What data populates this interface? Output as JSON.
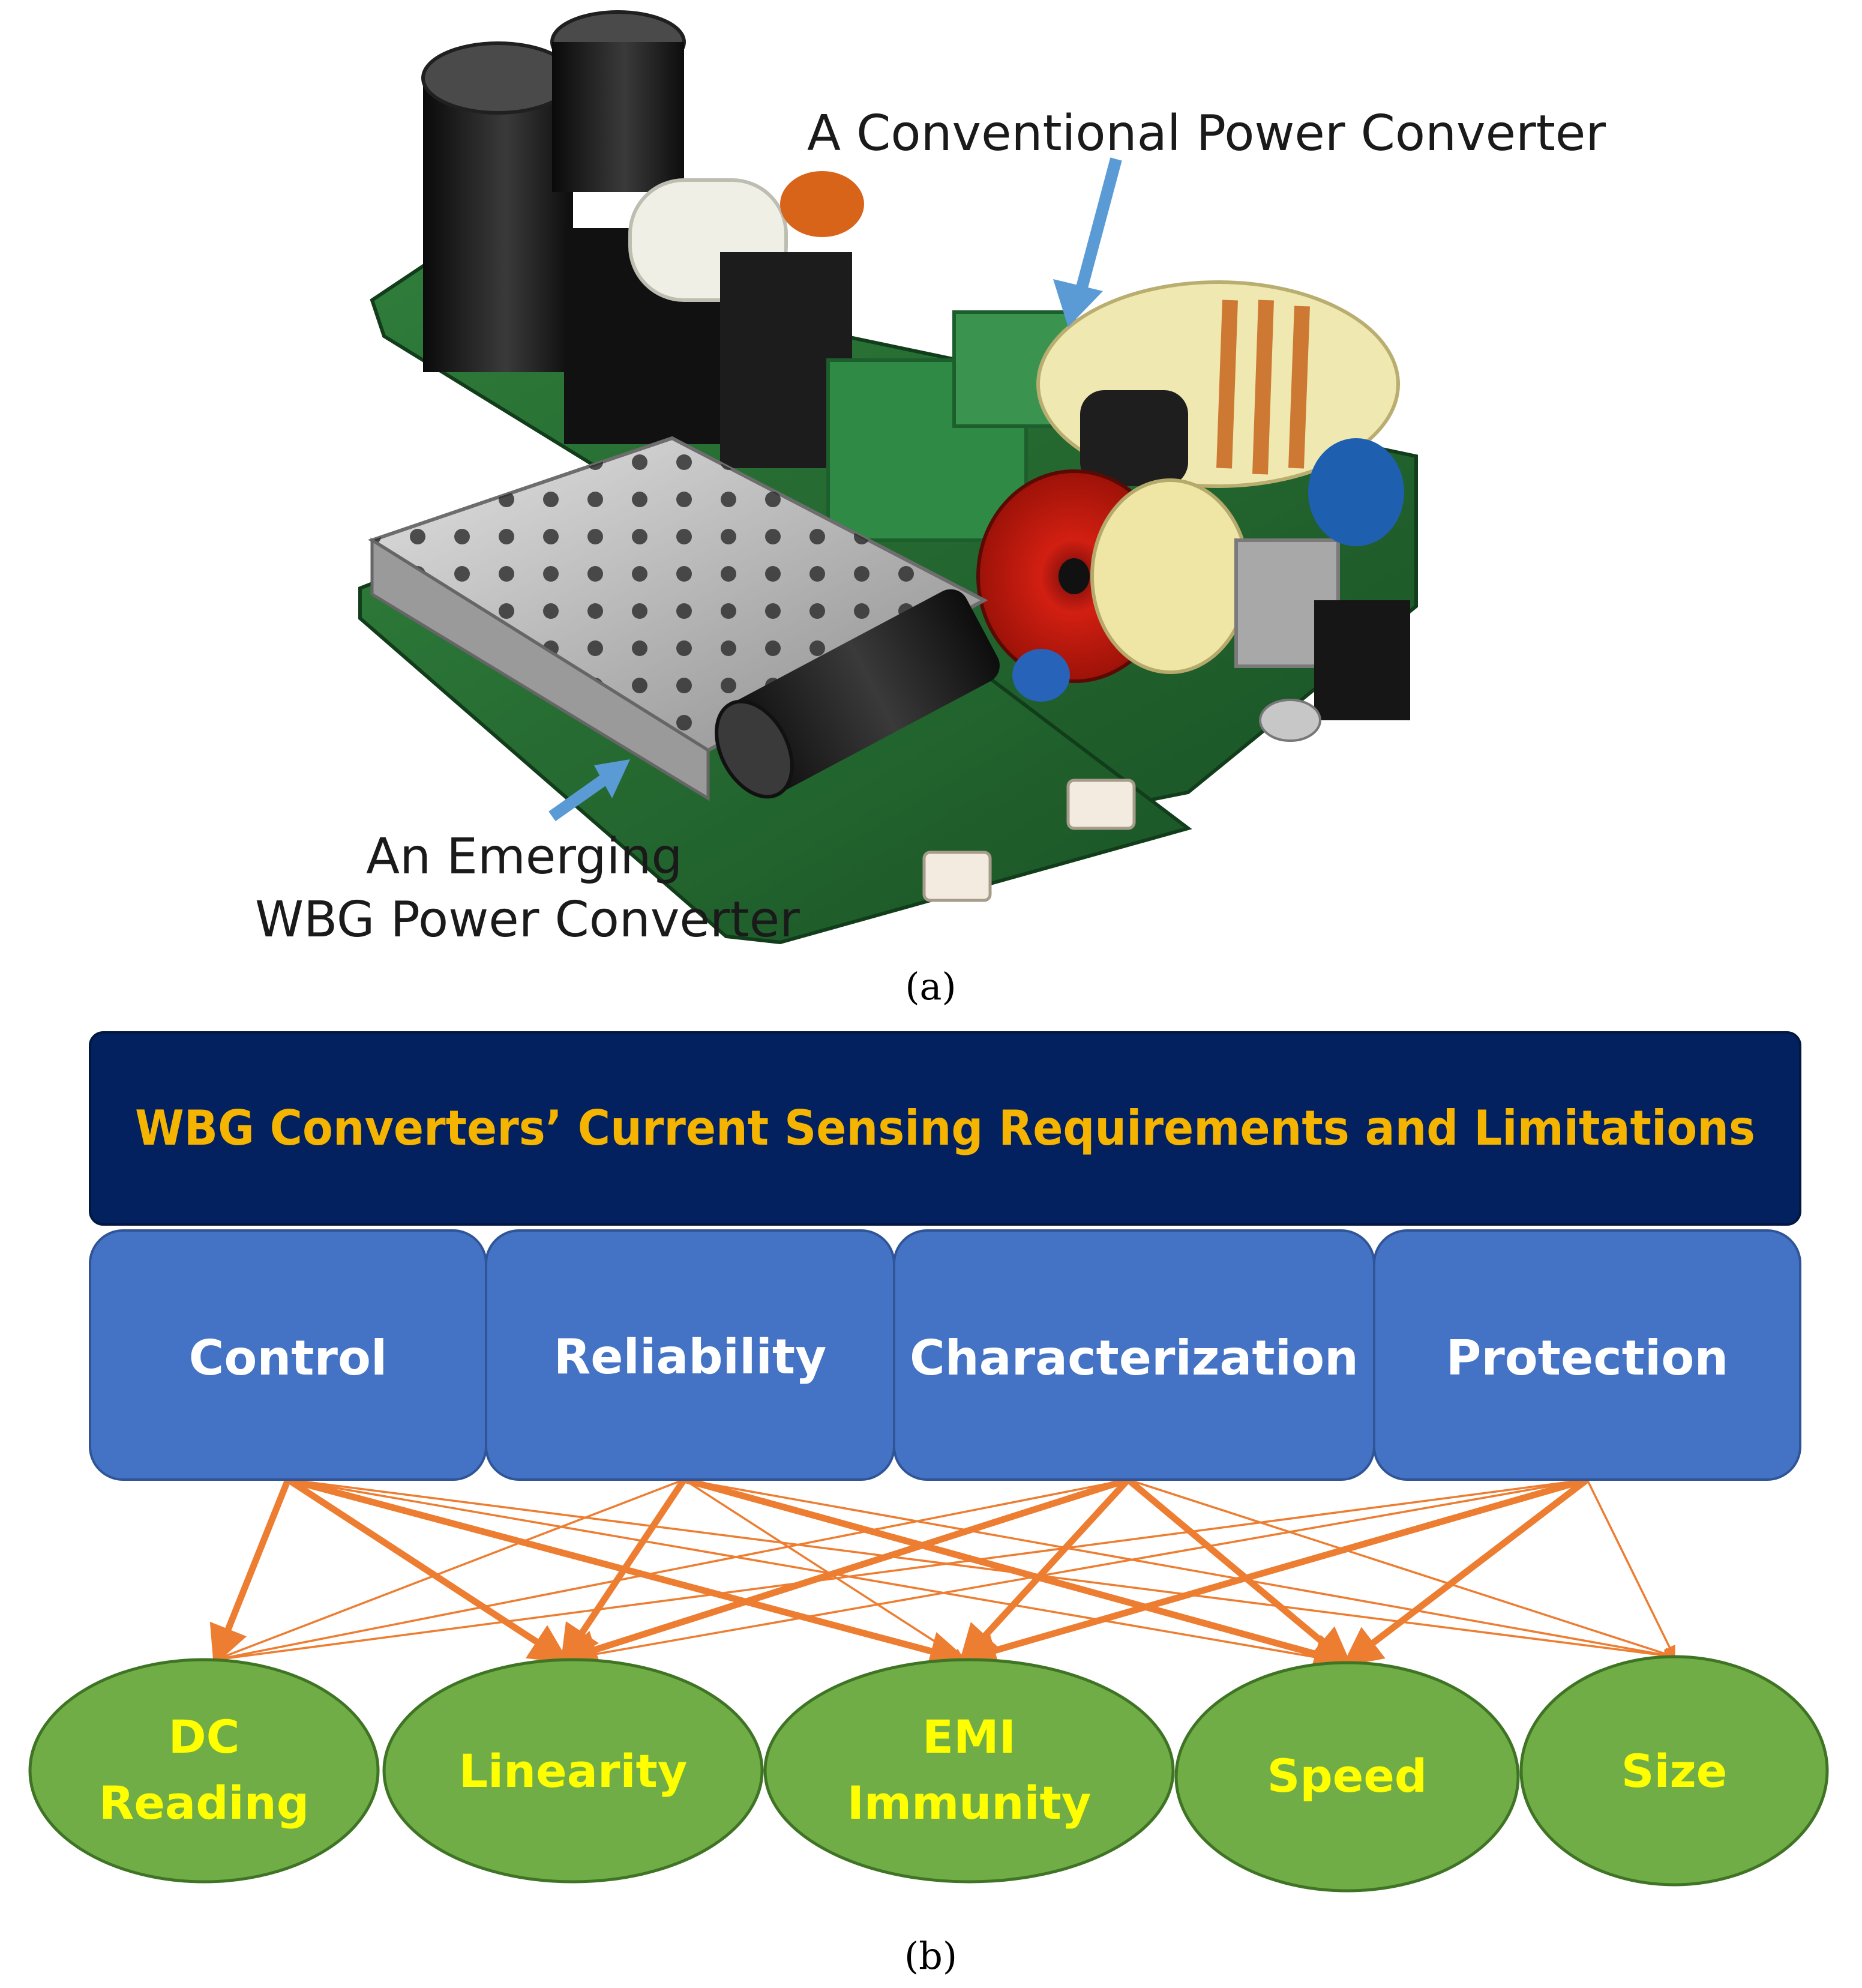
{
  "photo": {
    "label_conventional": "A Conventional Power Converter",
    "label_emerging_line1": "An Emerging",
    "label_emerging_line2": "WBG Power Converter",
    "caption": "(a)"
  },
  "diagram": {
    "header": "WBG Converters’ Current Sensing Requirements and Limitations",
    "categories": [
      "Control",
      "Reliability",
      "Characterization",
      "Protection"
    ],
    "requirements": [
      {
        "line1": "DC",
        "line2": "Reading"
      },
      {
        "line1": "Linearity",
        "line2": ""
      },
      {
        "line1": "EMI",
        "line2": "Immunity"
      },
      {
        "line1": "Speed",
        "line2": ""
      },
      {
        "line1": "Size",
        "line2": ""
      }
    ],
    "links": [
      {
        "from": 0,
        "to": 0,
        "strength": "strong"
      },
      {
        "from": 0,
        "to": 1,
        "strength": "strong"
      },
      {
        "from": 0,
        "to": 2,
        "strength": "strong"
      },
      {
        "from": 0,
        "to": 3,
        "strength": "weak"
      },
      {
        "from": 0,
        "to": 4,
        "strength": "weak"
      },
      {
        "from": 1,
        "to": 0,
        "strength": "weak"
      },
      {
        "from": 1,
        "to": 1,
        "strength": "strong"
      },
      {
        "from": 1,
        "to": 2,
        "strength": "weak"
      },
      {
        "from": 1,
        "to": 3,
        "strength": "strong"
      },
      {
        "from": 1,
        "to": 4,
        "strength": "weak"
      },
      {
        "from": 2,
        "to": 0,
        "strength": "weak"
      },
      {
        "from": 2,
        "to": 1,
        "strength": "strong"
      },
      {
        "from": 2,
        "to": 2,
        "strength": "strong"
      },
      {
        "from": 2,
        "to": 3,
        "strength": "strong"
      },
      {
        "from": 2,
        "to": 4,
        "strength": "weak"
      },
      {
        "from": 3,
        "to": 0,
        "strength": "weak"
      },
      {
        "from": 3,
        "to": 1,
        "strength": "weak"
      },
      {
        "from": 3,
        "to": 2,
        "strength": "strong"
      },
      {
        "from": 3,
        "to": 3,
        "strength": "strong"
      },
      {
        "from": 3,
        "to": 4,
        "strength": "weak"
      }
    ],
    "caption": "(b)",
    "colors": {
      "header_bg": "#03215e",
      "header_text": "#f5b400",
      "category_bg": "#4472c4",
      "category_border": "#2f5597",
      "requirement_bg": "#70ad47",
      "requirement_border": "#3f7424",
      "requirement_text": "#ffff00",
      "link": "#ed7d31",
      "arrow_callout": "#5b9bd5"
    }
  }
}
